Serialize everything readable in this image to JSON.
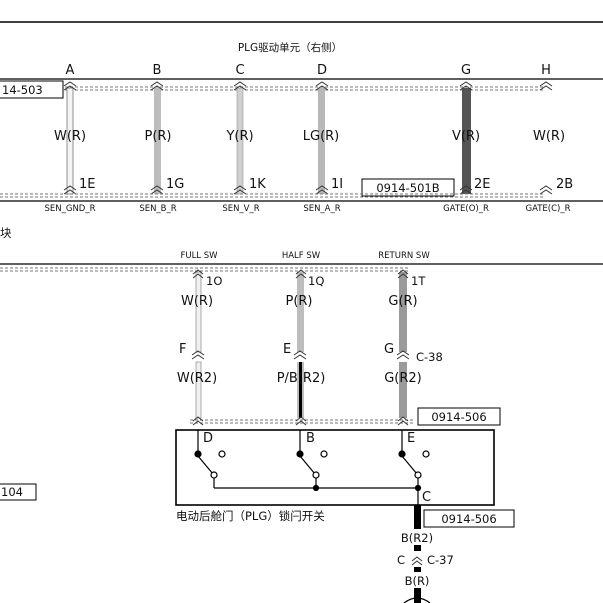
{
  "plg_unit": {
    "title": "PLG驱动单元（右侧）",
    "left_connector": "14-503",
    "mid_connector": "0914-501B",
    "pins": [
      {
        "letter": "A",
        "wire": "W(R)",
        "pin": "1E",
        "signal": "SEN_GND_R"
      },
      {
        "letter": "B",
        "wire": "P(R)",
        "pin": "1G",
        "signal": "SEN_B_R"
      },
      {
        "letter": "C",
        "wire": "Y(R)",
        "pin": "1K",
        "signal": "SEN_V_R"
      },
      {
        "letter": "D",
        "wire": "LG(R)",
        "pin": "1I",
        "signal": "SEN_A_R"
      },
      {
        "letter": "G",
        "wire": "V(R)",
        "pin": "2E",
        "signal": "GATE(O)_R"
      },
      {
        "letter": "H",
        "wire": "W(R)",
        "pin": "2B",
        "signal": "GATE(C)_R"
      }
    ]
  },
  "middle_module": {
    "partial_label": "块",
    "switches": [
      {
        "name": "FULL SW",
        "pin": "1O",
        "wire_upper": "W(R)",
        "junction": "F",
        "wire_lower": "W(R2)",
        "contact": "D"
      },
      {
        "name": "HALF SW",
        "pin": "1Q",
        "wire_upper": "P(R)",
        "junction": "E",
        "wire_lower": "P/B(R2)",
        "contact": "B"
      },
      {
        "name": "RETURN SW",
        "pin": "1T",
        "wire_upper": "G(R)",
        "junction": "G",
        "wire_lower": "G(R2)",
        "contact": "E"
      }
    ],
    "junction_connector": "C-38"
  },
  "lock_switch": {
    "title": "电动后舱门（PLG）锁闩开关",
    "connector_top": "0914-506",
    "connector_bottom": "0914-506",
    "ground_pin": "C",
    "wire_1": "B(R2)",
    "junction": "C",
    "junction_connector": "C-37",
    "wire_2": "B(R)"
  },
  "left_partial_connector": "104"
}
